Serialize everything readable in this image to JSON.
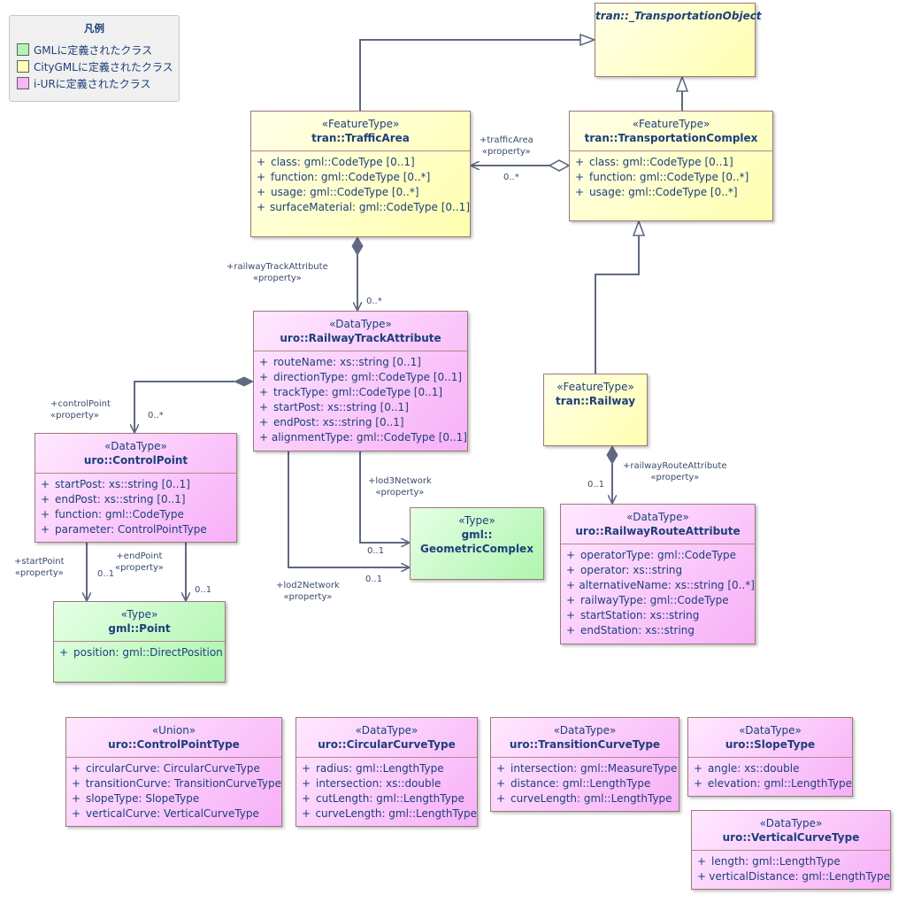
{
  "legend": {
    "title": "凡例",
    "items": [
      {
        "label": "GMLに定義されたクラス",
        "color": "#b4f5b4"
      },
      {
        "label": "CityGMLに定義されたクラス",
        "color": "#ffffb8"
      },
      {
        "label": "i-URに定義されたクラス",
        "color": "#f5b8f5"
      }
    ]
  },
  "classes": {
    "transportation_object": {
      "stereotype": "",
      "name": "tran::_TransportationObject",
      "attrs": []
    },
    "traffic_area": {
      "stereotype": "«FeatureType»",
      "name": "tran::TrafficArea",
      "attrs": [
        {
          "v": "+",
          "t": "class: gml::CodeType [0..1]"
        },
        {
          "v": "+",
          "t": "function: gml::CodeType [0..*]"
        },
        {
          "v": "+",
          "t": "usage: gml::CodeType [0..*]"
        },
        {
          "v": "+",
          "t": "surfaceMaterial: gml::CodeType [0..1]"
        }
      ]
    },
    "transportation_complex": {
      "stereotype": "«FeatureType»",
      "name": "tran::TransportationComplex",
      "attrs": [
        {
          "v": "+",
          "t": "class: gml::CodeType [0..1]"
        },
        {
          "v": "+",
          "t": "function: gml::CodeType [0..*]"
        },
        {
          "v": "+",
          "t": "usage: gml::CodeType [0..*]"
        }
      ]
    },
    "railway_track_attribute": {
      "stereotype": "«DataType»",
      "name": "uro::RailwayTrackAttribute",
      "attrs": [
        {
          "v": "+",
          "t": "routeName: xs::string [0..1]"
        },
        {
          "v": "+",
          "t": "directionType: gml::CodeType [0..1]"
        },
        {
          "v": "+",
          "t": "trackType: gml::CodeType [0..1]"
        },
        {
          "v": "+",
          "t": "startPost: xs::string [0..1]"
        },
        {
          "v": "+",
          "t": "endPost: xs::string [0..1]"
        },
        {
          "v": "+",
          "t": "alignmentType: gml::CodeType [0..1]"
        }
      ]
    },
    "railway": {
      "stereotype": "«FeatureType»",
      "name": "tran::Railway",
      "attrs": []
    },
    "control_point": {
      "stereotype": "«DataType»",
      "name": "uro::ControlPoint",
      "attrs": [
        {
          "v": "+",
          "t": "startPost: xs::string [0..1]"
        },
        {
          "v": "+",
          "t": "endPost: xs::string [0..1]"
        },
        {
          "v": "+",
          "t": "function: gml::CodeType"
        },
        {
          "v": "+",
          "t": "parameter: ControlPointType"
        }
      ]
    },
    "geometric_complex": {
      "stereotype": "«Type»",
      "name": "gml::\nGeometricComplex",
      "attrs": []
    },
    "railway_route_attribute": {
      "stereotype": "«DataType»",
      "name": "uro::RailwayRouteAttribute",
      "attrs": [
        {
          "v": "+",
          "t": "operatorType: gml::CodeType"
        },
        {
          "v": "+",
          "t": "operator: xs::string"
        },
        {
          "v": "+",
          "t": "alternativeName: xs::string [0..*]"
        },
        {
          "v": "+",
          "t": "railwayType: gml::CodeType"
        },
        {
          "v": "+",
          "t": "startStation: xs::string"
        },
        {
          "v": "+",
          "t": "endStation: xs::string"
        }
      ]
    },
    "point": {
      "stereotype": "«Type»",
      "name": "gml::Point",
      "attrs": [
        {
          "v": "+",
          "t": "position: gml::DirectPosition"
        }
      ]
    },
    "control_point_type": {
      "stereotype": "«Union»",
      "name": "uro::ControlPointType",
      "attrs": [
        {
          "v": "+",
          "t": "circularCurve: CircularCurveType"
        },
        {
          "v": "+",
          "t": "transitionCurve: TransitionCurveType"
        },
        {
          "v": "+",
          "t": "slopeType: SlopeType"
        },
        {
          "v": "+",
          "t": "verticalCurve: VerticalCurveType"
        }
      ]
    },
    "circular_curve_type": {
      "stereotype": "«DataType»",
      "name": "uro::CircularCurveType",
      "attrs": [
        {
          "v": "+",
          "t": "radius: gml::LengthType"
        },
        {
          "v": "+",
          "t": "intersection: xs::double"
        },
        {
          "v": "+",
          "t": "cutLength: gml::LengthType"
        },
        {
          "v": "+",
          "t": "curveLength: gml::LengthType"
        }
      ]
    },
    "transition_curve_type": {
      "stereotype": "«DataType»",
      "name": "uro::TransitionCurveType",
      "attrs": [
        {
          "v": "+",
          "t": "intersection: gml::MeasureType"
        },
        {
          "v": "+",
          "t": "distance: gml::LengthType"
        },
        {
          "v": "+",
          "t": "curveLength: gml::LengthType"
        }
      ]
    },
    "slope_type": {
      "stereotype": "«DataType»",
      "name": "uro::SlopeType",
      "attrs": [
        {
          "v": "+",
          "t": "angle: xs::double"
        },
        {
          "v": "+",
          "t": "elevation: gml::LengthType"
        }
      ]
    },
    "vertical_curve_type": {
      "stereotype": "«DataType»",
      "name": "uro::VerticalCurveType",
      "attrs": [
        {
          "v": "+",
          "t": "length: gml::LengthType"
        },
        {
          "v": "+",
          "t": "verticalDistance: gml::LengthType"
        }
      ]
    }
  },
  "edge_labels": {
    "traffic_area_role": "+trafficArea\n«property»",
    "traffic_area_mult": "0..*",
    "railway_track_attribute_role": "+railwayTrackAttribute\n«property»",
    "railway_track_attribute_mult": "0..*",
    "control_point_role": "+controlPoint\n«property»",
    "control_point_mult": "0..*",
    "lod3_network_role": "+lod3Network\n«property»",
    "lod3_network_mult": "0..1",
    "lod2_network_role": "+lod2Network\n«property»",
    "lod2_network_mult": "0..1",
    "start_point_role": "+startPoint\n«property»",
    "start_point_mult": "0..1",
    "end_point_role": "+endPoint\n«property»",
    "end_point_mult": "0..1",
    "railway_route_attribute_role": "+railwayRouteAttribute\n«property»",
    "railway_route_attribute_mult": "0..1"
  }
}
